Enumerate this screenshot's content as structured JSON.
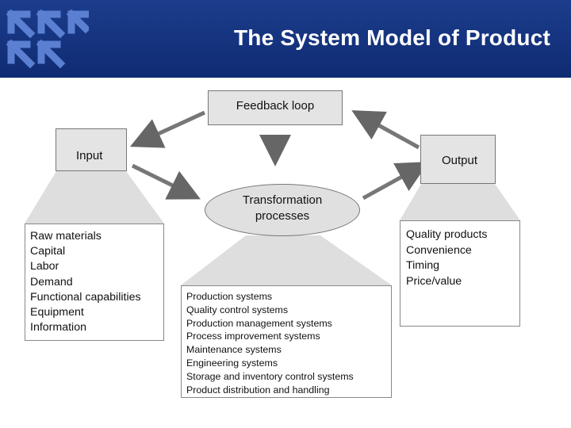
{
  "header": {
    "title": "The System Model of Product",
    "background": "#14357f",
    "logo_color": "#5b7fd1"
  },
  "diagram": {
    "feedback_label": "Feedback loop",
    "input_label": "Input",
    "output_label": "Output",
    "transformation_line1": "Transformation",
    "transformation_line2": "processes",
    "input_items": [
      "Raw materials",
      "Capital",
      "Labor",
      "Demand",
      "Functional capabilities",
      "Equipment",
      "Information"
    ],
    "output_items": [
      "Quality products",
      "Convenience",
      "Timing",
      "Price/value"
    ],
    "transformation_items": [
      "Production systems",
      "Quality control systems",
      "Production management systems",
      "Process improvement systems",
      "Maintenance systems",
      "Engineering systems",
      "Storage and inventory control systems",
      "Product distribution and handling"
    ],
    "box_fill": "#e4e4e4",
    "arrow_color": "#555555"
  }
}
